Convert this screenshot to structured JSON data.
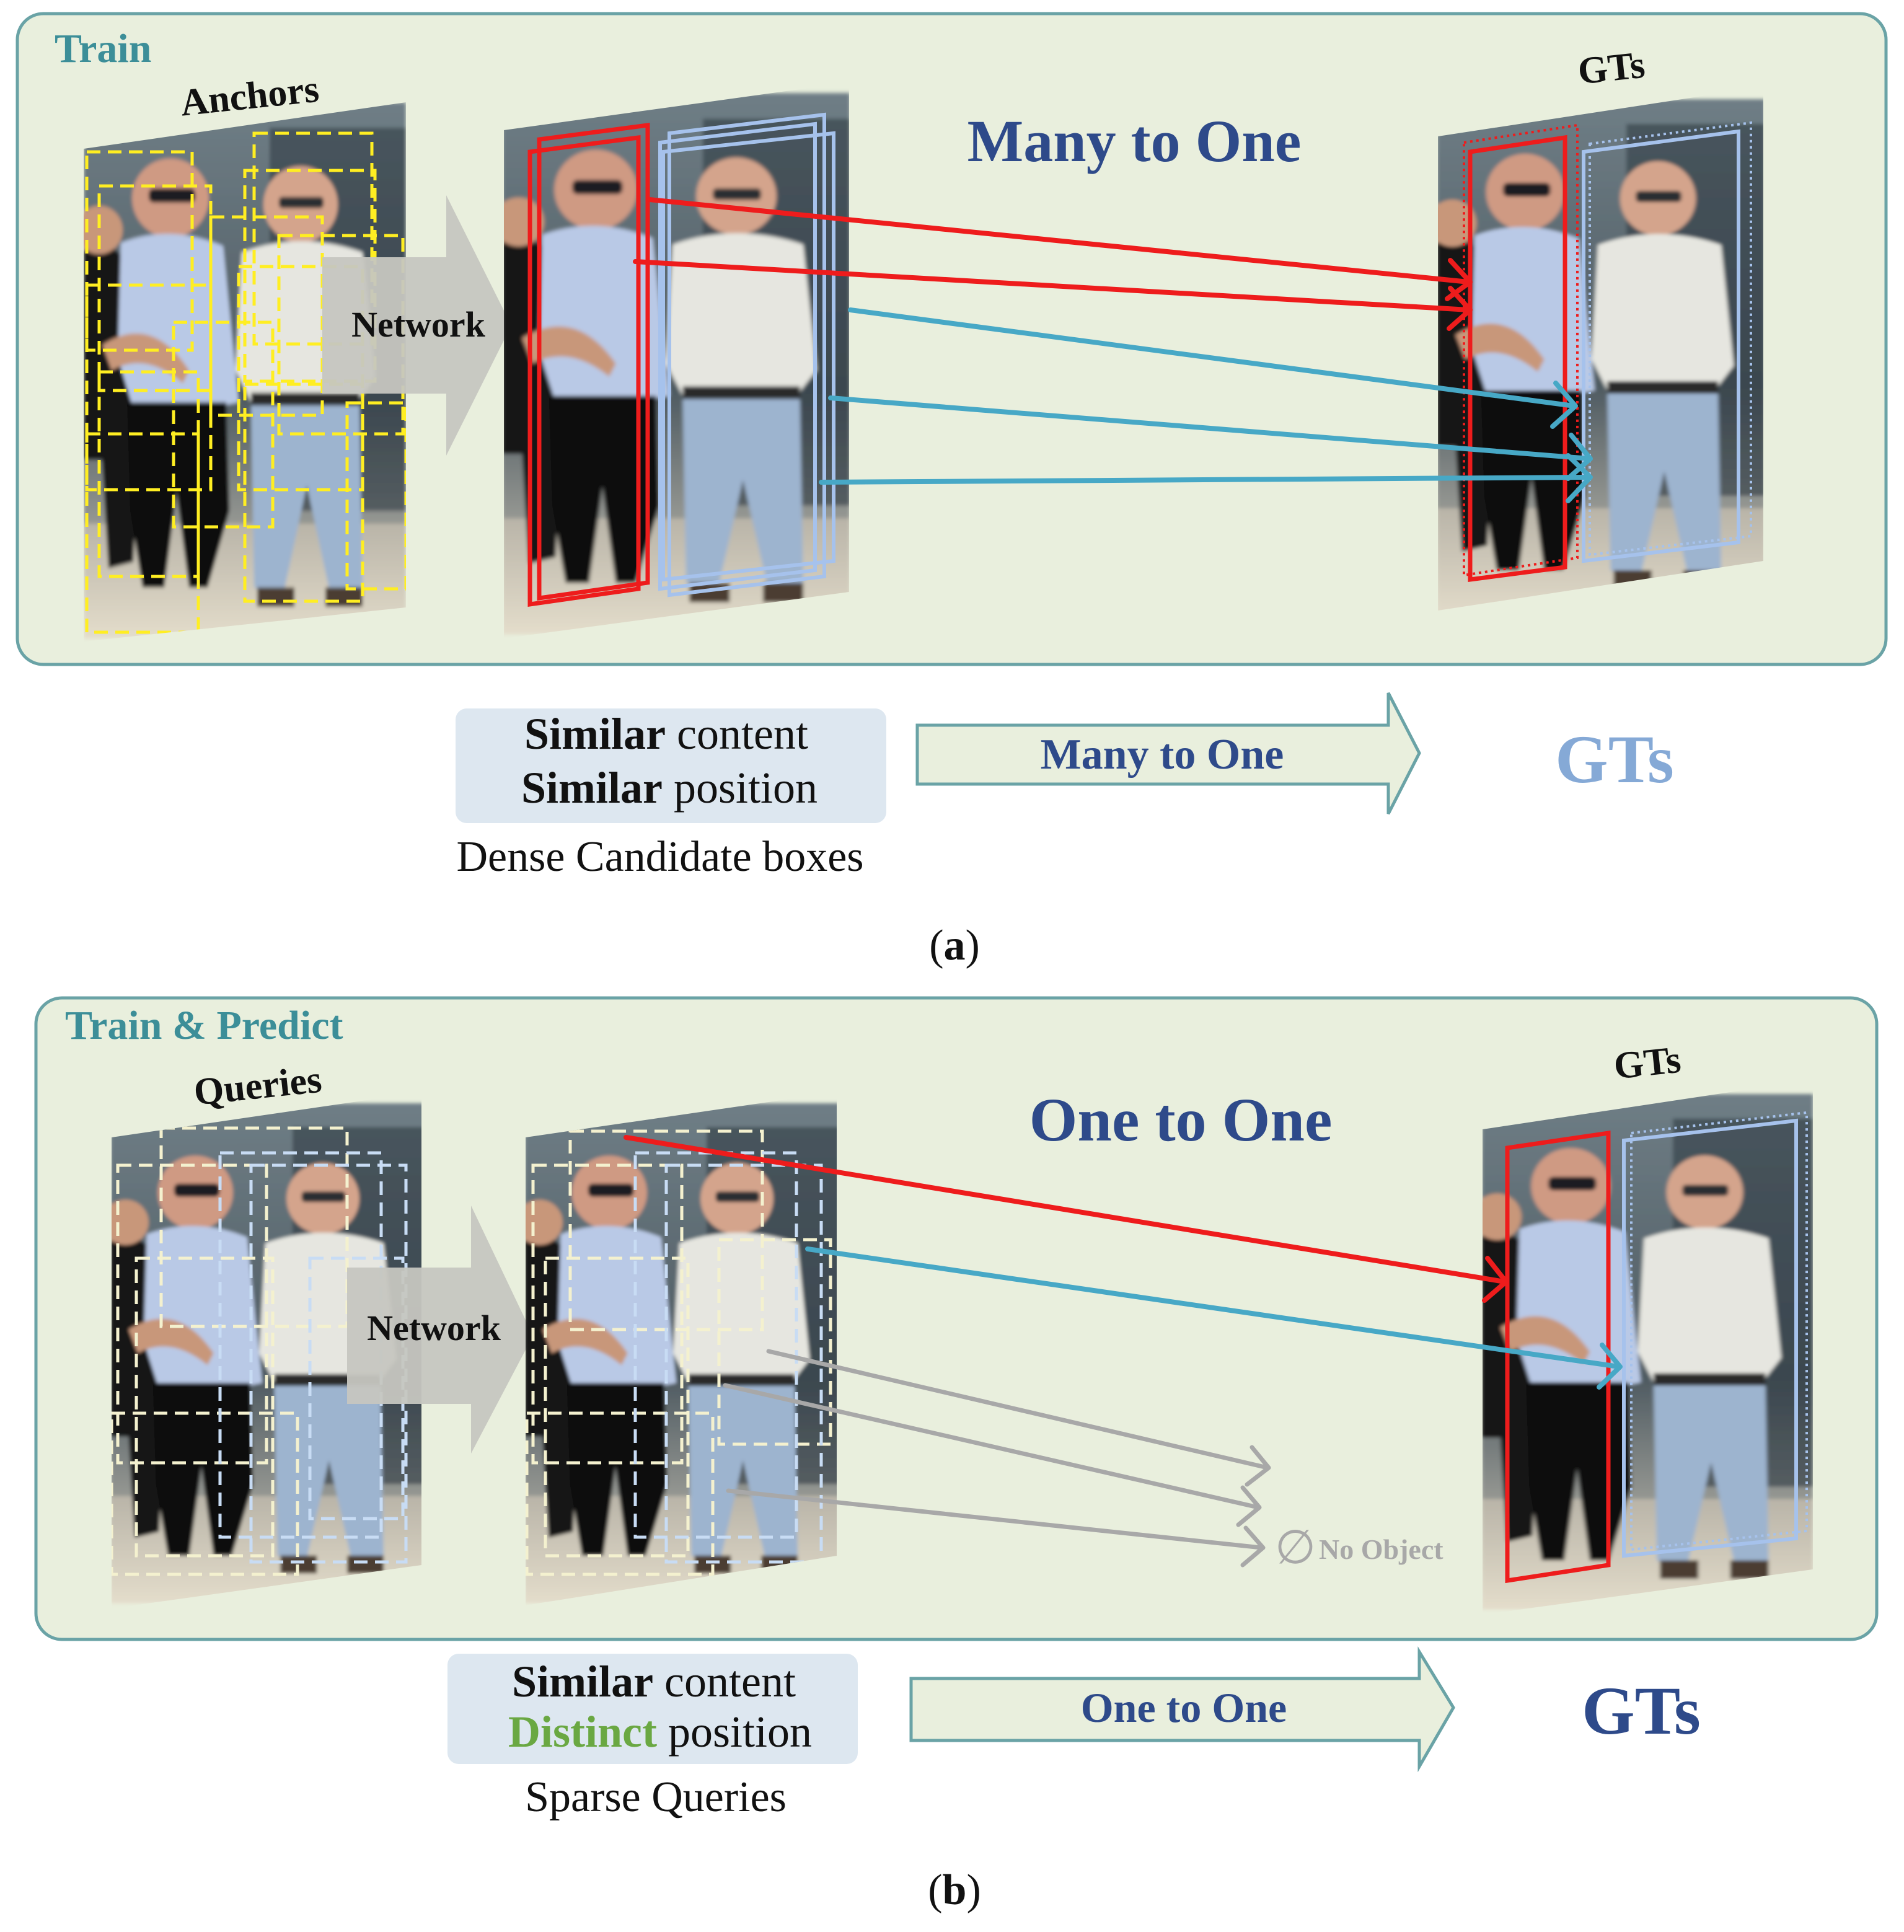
{
  "panel_a": {
    "tag": "Train",
    "anchors_label": "Anchors",
    "network_label": "Network",
    "gts_label": "GTs",
    "headline": "Many to One",
    "info_line1_bold": "Similar",
    "info_line1_rest": " content",
    "info_line2_bold": "Similar",
    "info_line2_rest": " position",
    "info_caption": "Dense Candidate boxes",
    "arrow_label": "Many to One",
    "target_label": "GTs",
    "caption": "(a)"
  },
  "panel_b": {
    "tag": "Train & Predict",
    "queries_label": "Queries",
    "network_label": "Network",
    "gts_label": "GTs",
    "headline": "One to One",
    "no_object_symbol": "∅",
    "no_object_label": "No Object",
    "info_line1_bold": "Similar",
    "info_line1_rest": " content",
    "info_line2_bold": "Distinct",
    "info_line2_rest": " position",
    "info_caption": "Sparse Queries",
    "arrow_label": "One to One",
    "target_label": "GTs",
    "caption": "(b)"
  },
  "colors": {
    "panel_fill": "#e9efdd",
    "panel_border": "#6aa3a6",
    "tag_teal": "#3c8e98",
    "headline_blue": "#2e4a8a",
    "match_red": "#ee1c1c",
    "match_cyan": "#47a8c6",
    "no_object_gray": "#a8a8a8",
    "anchor_yellow": "#ffee22",
    "box_lightblue": "#a6c2ec",
    "distinct_green": "#6aa842",
    "gts_lightblue": "#85a9d6"
  }
}
